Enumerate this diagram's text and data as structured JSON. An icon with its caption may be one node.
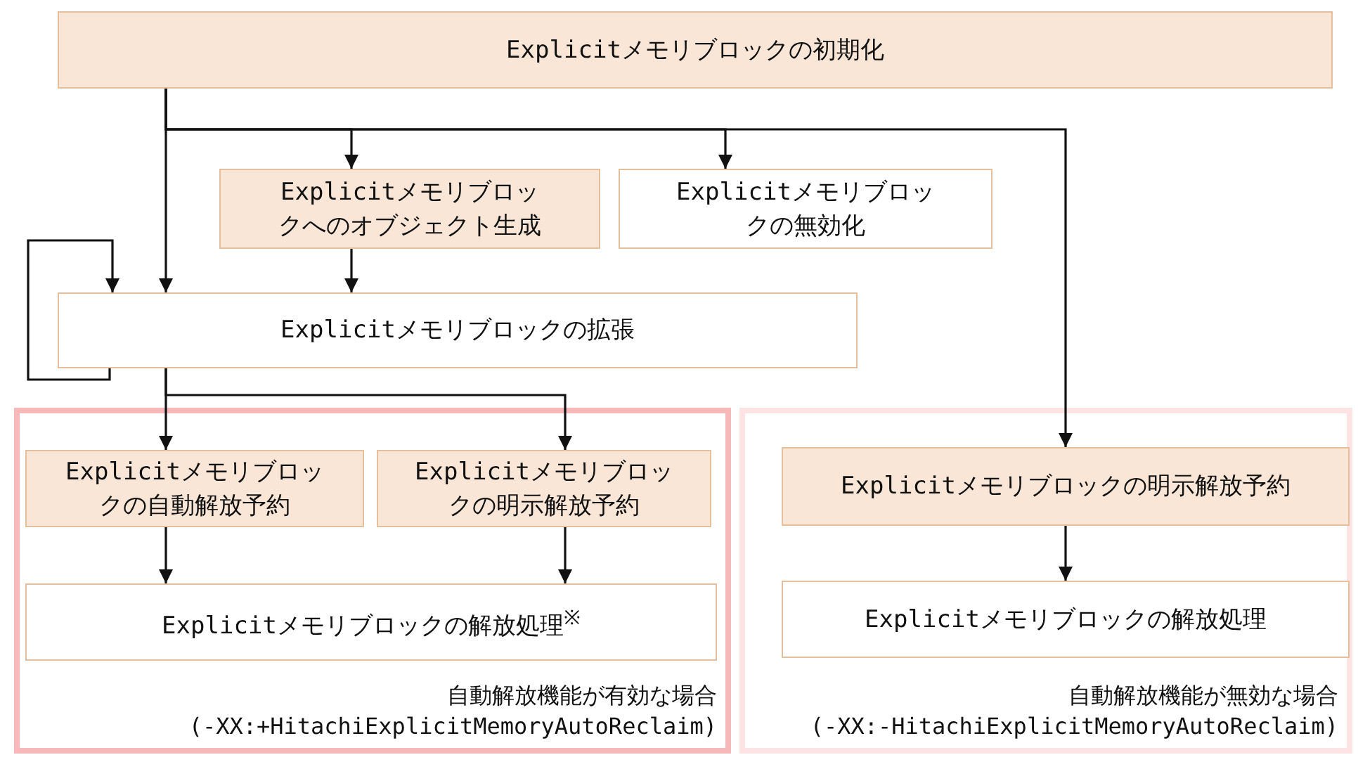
{
  "diagram": {
    "nodes": [
      {
        "text": [
          "Explicitメモリブロックの初期化"
        ]
      },
      {
        "text": [
          "Explicitメモリブロックへのオブジェクト生成"
        ]
      },
      {
        "text": [
          "Explicitメモリブロックの無効化"
        ]
      },
      {
        "text": [
          "Explicitメモリブロックの拡張"
        ]
      },
      {
        "text": [
          "自動解放機能が有効な場合",
          "(-XX:+HitachiExplicitMemoryAutoReclaim)"
        ]
      },
      {
        "text": [
          "自動解放機能が無効な場合",
          "(-XX:-HitachiExplicitMemoryAutoReclaim)"
        ]
      },
      {
        "text": [
          "Explicitメモリブロックの自動解放予約"
        ],
        "in": 4
      },
      {
        "text": [
          "Explicitメモリブロックの明示解放予約"
        ],
        "in": 4
      },
      {
        "text": [
          "Explicitメモリブロックの解放処理$^{※}$"
        ],
        "in": 4
      },
      {
        "text": [
          "Explicitメモリブロックの明示解放予約"
        ],
        "in": 5
      },
      {
        "text": [
          "Explicitメモリブロックの解放処理"
        ],
        "in": 5
      }
    ],
    "edges": [
      {
        "from": 0,
        "to": 3,
        "arrow": "to"
      },
      {
        "from": 0,
        "to": 1,
        "arrow": "to"
      },
      {
        "from": 0,
        "to": 2,
        "arrow": "to"
      },
      {
        "from": 0,
        "to": 9,
        "arrow": "to"
      },
      {
        "from": 1,
        "to": 3,
        "arrow": "to"
      },
      {
        "from": 3,
        "to": 3,
        "arrow": "to"
      },
      {
        "from": 3,
        "to": 6,
        "arrow": "to"
      },
      {
        "from": 3,
        "to": 7,
        "arrow": "to"
      },
      {
        "from": 6,
        "to": 8,
        "arrow": "to"
      },
      {
        "from": 7,
        "to": 8,
        "arrow": "to"
      },
      {
        "from": 9,
        "to": 10,
        "arrow": "to"
      }
    ]
  }
}
